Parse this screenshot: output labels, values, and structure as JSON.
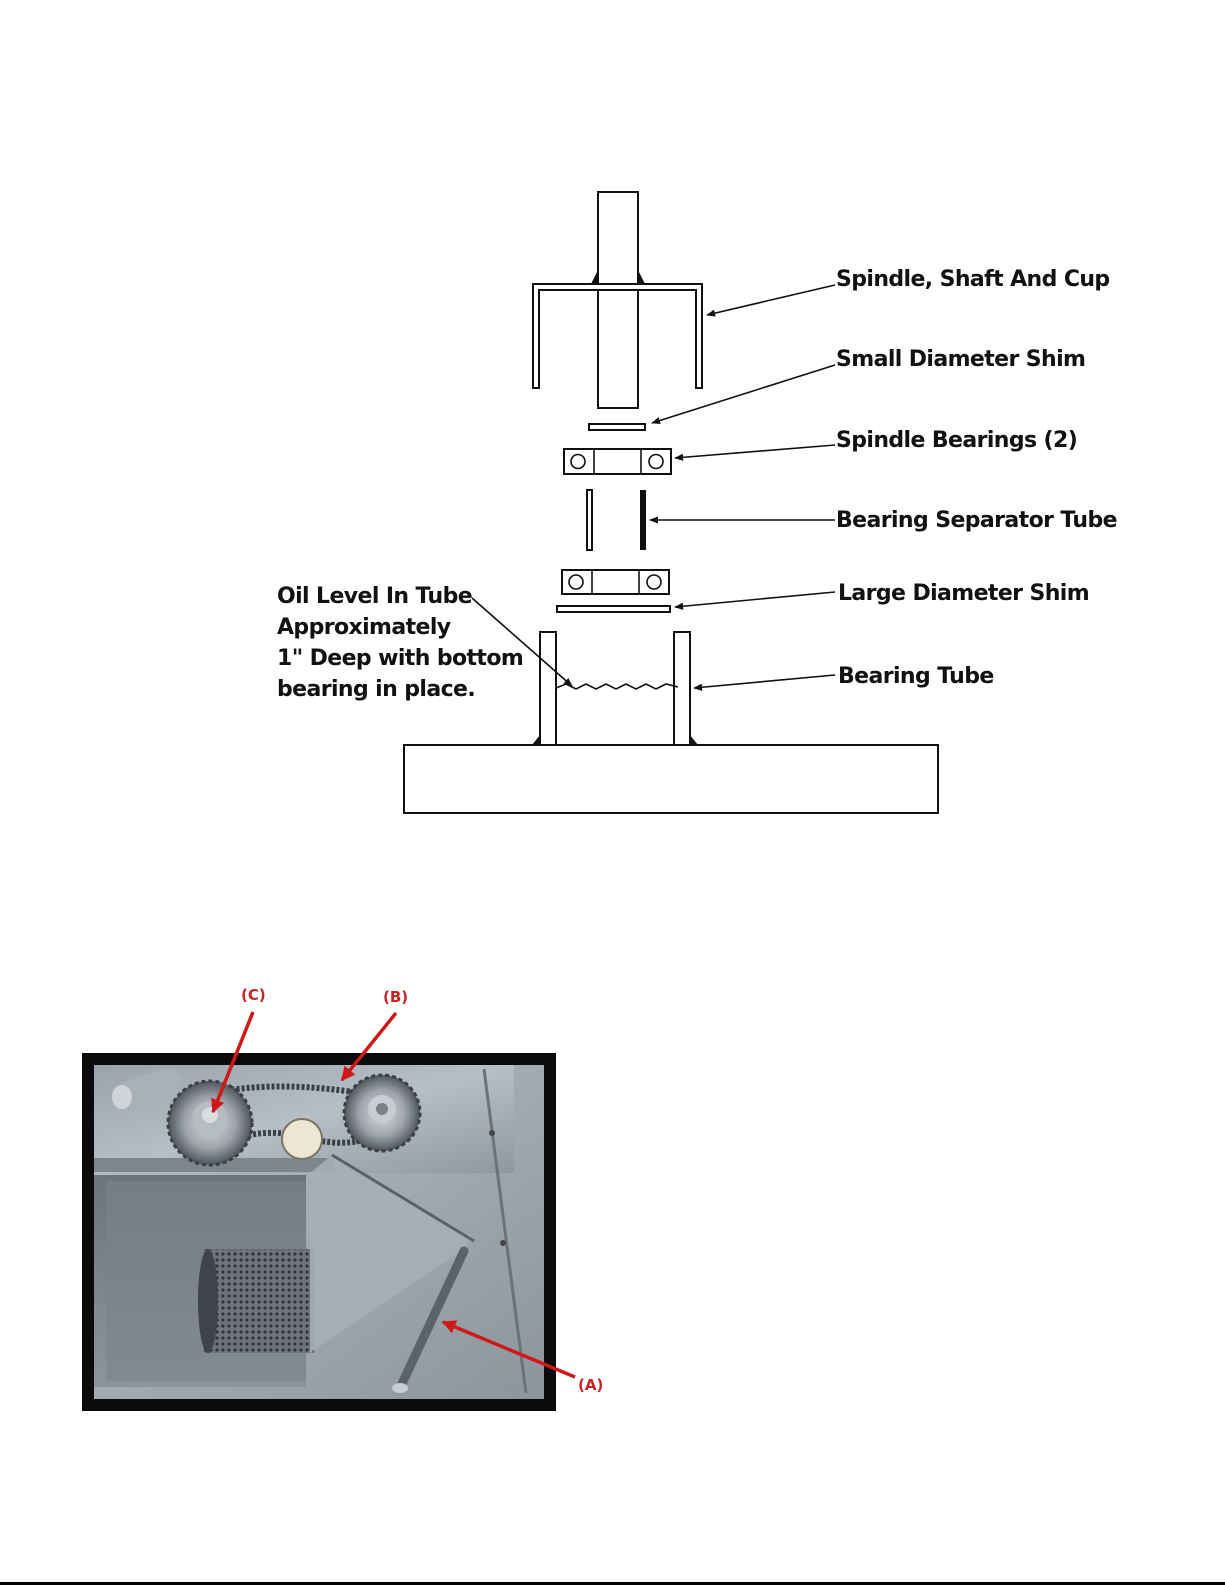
{
  "diagram": {
    "labels": {
      "spindle_shaft_cup": "Spindle, Shaft And Cup",
      "small_shim": "Small Diameter Shim",
      "spindle_bearings": "Spindle Bearings (2)",
      "separator_tube": "Bearing Separator Tube",
      "large_shim": "Large Diameter Shim",
      "bearing_tube": "Bearing Tube"
    },
    "oil_note": {
      "line1": "Oil Level In Tube",
      "line2": "Approximately",
      "line3": "1\" Deep with bottom",
      "line4": "bearing in place."
    }
  },
  "photo": {
    "callouts": {
      "a": "(A)",
      "b": "(B)",
      "c": "(C)"
    },
    "callout_color": "#cc2222"
  }
}
